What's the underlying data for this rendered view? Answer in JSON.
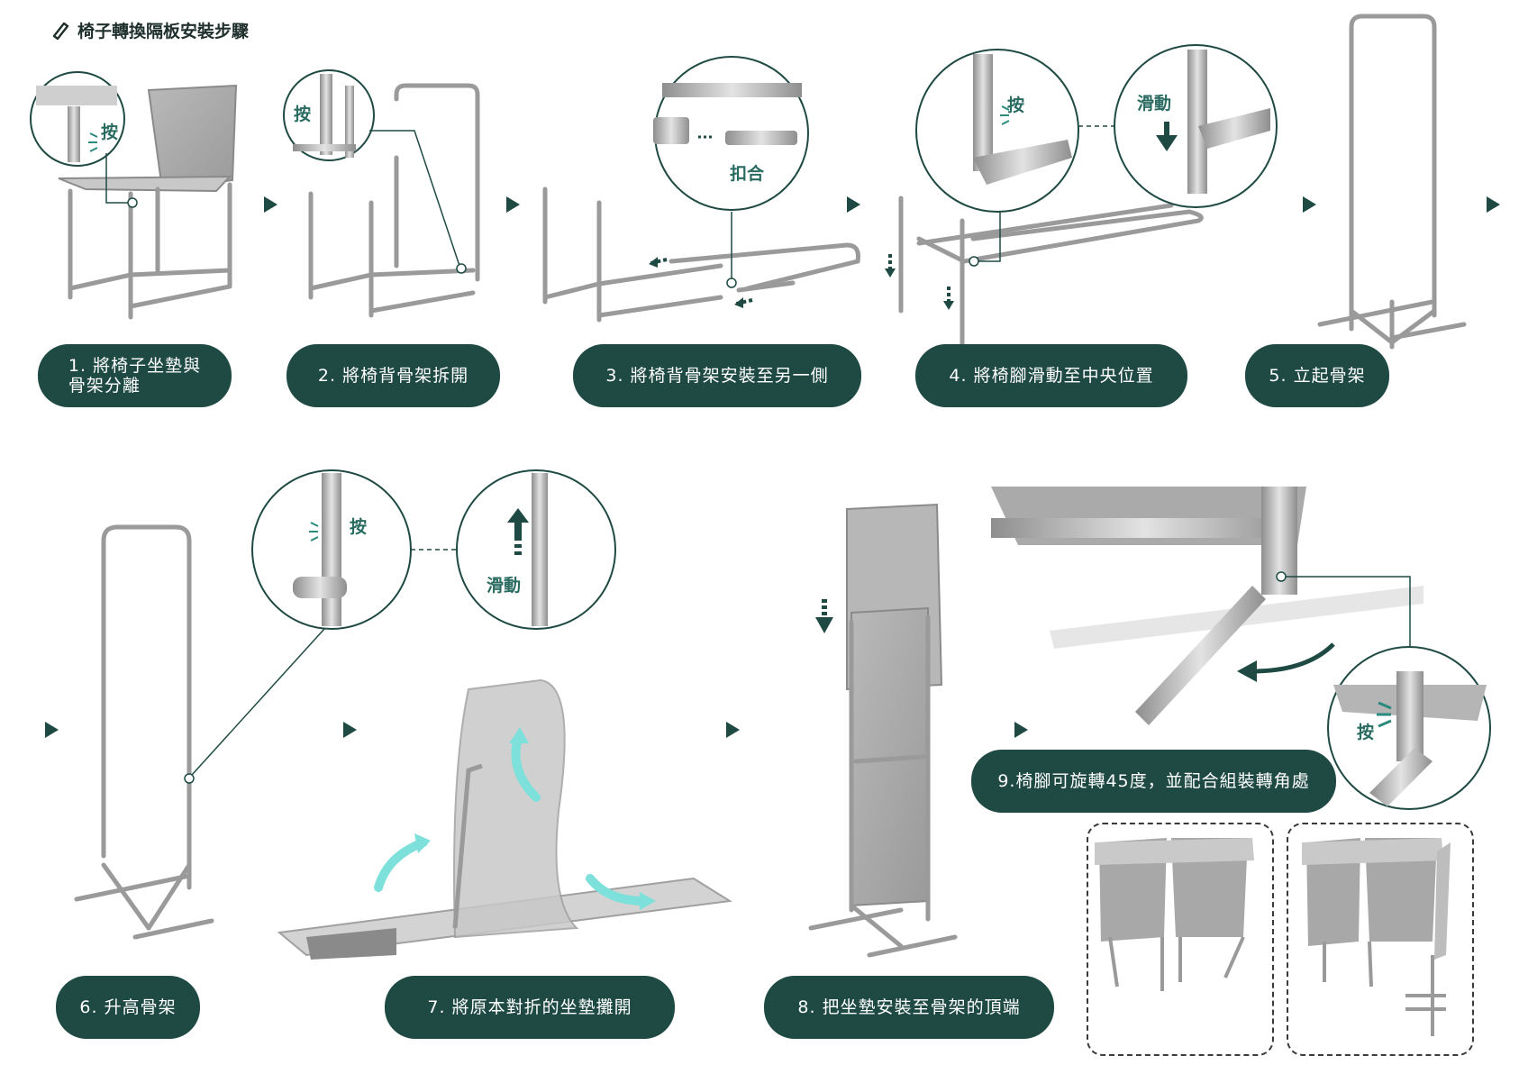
{
  "title": "椅子轉換隔板安裝步驟",
  "steps": [
    {
      "label": "1. 將椅子坐墊與\n骨架分離"
    },
    {
      "label": "2. 將椅背骨架拆開"
    },
    {
      "label": "3. 將椅背骨架安裝至另一側"
    },
    {
      "label": "4. 將椅腳滑動至中央位置"
    },
    {
      "label": "5. 立起骨架"
    },
    {
      "label": "6. 升高骨架"
    },
    {
      "label": "7. 將原本對折的坐墊攤開"
    },
    {
      "label": "8. 把坐墊安裝至骨架的頂端"
    },
    {
      "label": "9.椅腳可旋轉45度，並配合組裝轉角處"
    }
  ],
  "callouts": {
    "press": "按",
    "slide": "滑動",
    "snap": "扣合"
  },
  "colors": {
    "accent": "#1e4a43",
    "highlight": "#7de0da",
    "metal": "#a9a9a9"
  },
  "icons": [
    "pencil-icon",
    "arrow-right-icon",
    "press-icon",
    "slide-arrow-icon"
  ]
}
